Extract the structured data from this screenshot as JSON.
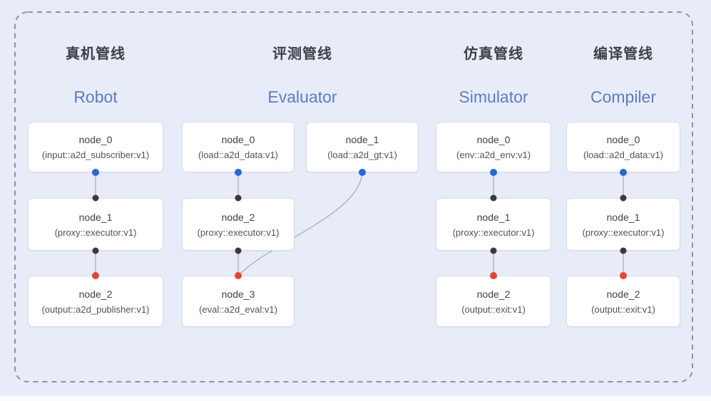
{
  "diagram": {
    "pipelines": [
      {
        "title_zh": "真机管线",
        "title_en": "Robot",
        "nodes": [
          {
            "name": "node_0",
            "type": "(input::a2d_subscriber:v1)",
            "col": 0,
            "row": 0
          },
          {
            "name": "node_1",
            "type": "(proxy::executor:v1)",
            "col": 0,
            "row": 1
          },
          {
            "name": "node_2",
            "type": "(output::a2d_publisher:v1)",
            "col": 0,
            "row": 2
          }
        ],
        "edges": [
          {
            "from": 0,
            "to": 1,
            "src_dot": "blue",
            "dst_dot": "black",
            "shape": "straight"
          },
          {
            "from": 1,
            "to": 2,
            "src_dot": "black",
            "dst_dot": "red",
            "shape": "straight"
          }
        ]
      },
      {
        "title_zh": "评测管线",
        "title_en": "Evaluator",
        "nodes": [
          {
            "name": "node_0",
            "type": "(load::a2d_data:v1)",
            "col": 1,
            "row": 0
          },
          {
            "name": "node_1",
            "type": "(load::a2d_gt:v1)",
            "col": 2,
            "row": 0
          },
          {
            "name": "node_2",
            "type": "(proxy::executor:v1)",
            "col": 1,
            "row": 1
          },
          {
            "name": "node_3",
            "type": "(eval::a2d_eval:v1)",
            "col": 1,
            "row": 2
          }
        ],
        "edges": [
          {
            "from": 0,
            "to": 2,
            "src_dot": "blue",
            "dst_dot": "black",
            "shape": "straight"
          },
          {
            "from": 2,
            "to": 3,
            "src_dot": "black",
            "dst_dot": "red",
            "shape": "straight"
          },
          {
            "from": 1,
            "to": 3,
            "src_dot": "blue",
            "dst_dot": "red",
            "shape": "curve"
          }
        ]
      },
      {
        "title_zh": "仿真管线",
        "title_en": "Simulator",
        "nodes": [
          {
            "name": "node_0",
            "type": "(env::a2d_env:v1)",
            "col": 3,
            "row": 0
          },
          {
            "name": "node_1",
            "type": "(proxy::executor:v1)",
            "col": 3,
            "row": 1
          },
          {
            "name": "node_2",
            "type": "(output::exit:v1)",
            "col": 3,
            "row": 2
          }
        ],
        "edges": [
          {
            "from": 0,
            "to": 1,
            "src_dot": "blue",
            "dst_dot": "black",
            "shape": "straight"
          },
          {
            "from": 1,
            "to": 2,
            "src_dot": "black",
            "dst_dot": "red",
            "shape": "straight"
          }
        ]
      },
      {
        "title_zh": "编译管线",
        "title_en": "Compiler",
        "nodes": [
          {
            "name": "node_0",
            "type": "(load::a2d_data:v1)",
            "col": 4,
            "row": 0
          },
          {
            "name": "node_1",
            "type": "(proxy::executor:v1)",
            "col": 4,
            "row": 1
          },
          {
            "name": "node_2",
            "type": "(output::exit:v1)",
            "col": 4,
            "row": 2
          }
        ],
        "edges": [
          {
            "from": 0,
            "to": 1,
            "src_dot": "blue",
            "dst_dot": "black",
            "shape": "straight"
          },
          {
            "from": 1,
            "to": 2,
            "src_dot": "black",
            "dst_dot": "red",
            "shape": "straight"
          }
        ]
      }
    ]
  },
  "colors": {
    "background": "#e8ecf8",
    "dashed_border": "#8d929b",
    "edge_line": "#a2a8b3",
    "dot_blue": "#2666d8",
    "dot_black": "#3a3a3e",
    "dot_red": "#e8432e",
    "title_zh": "#3c4045",
    "title_en": "#5b7dc7"
  }
}
